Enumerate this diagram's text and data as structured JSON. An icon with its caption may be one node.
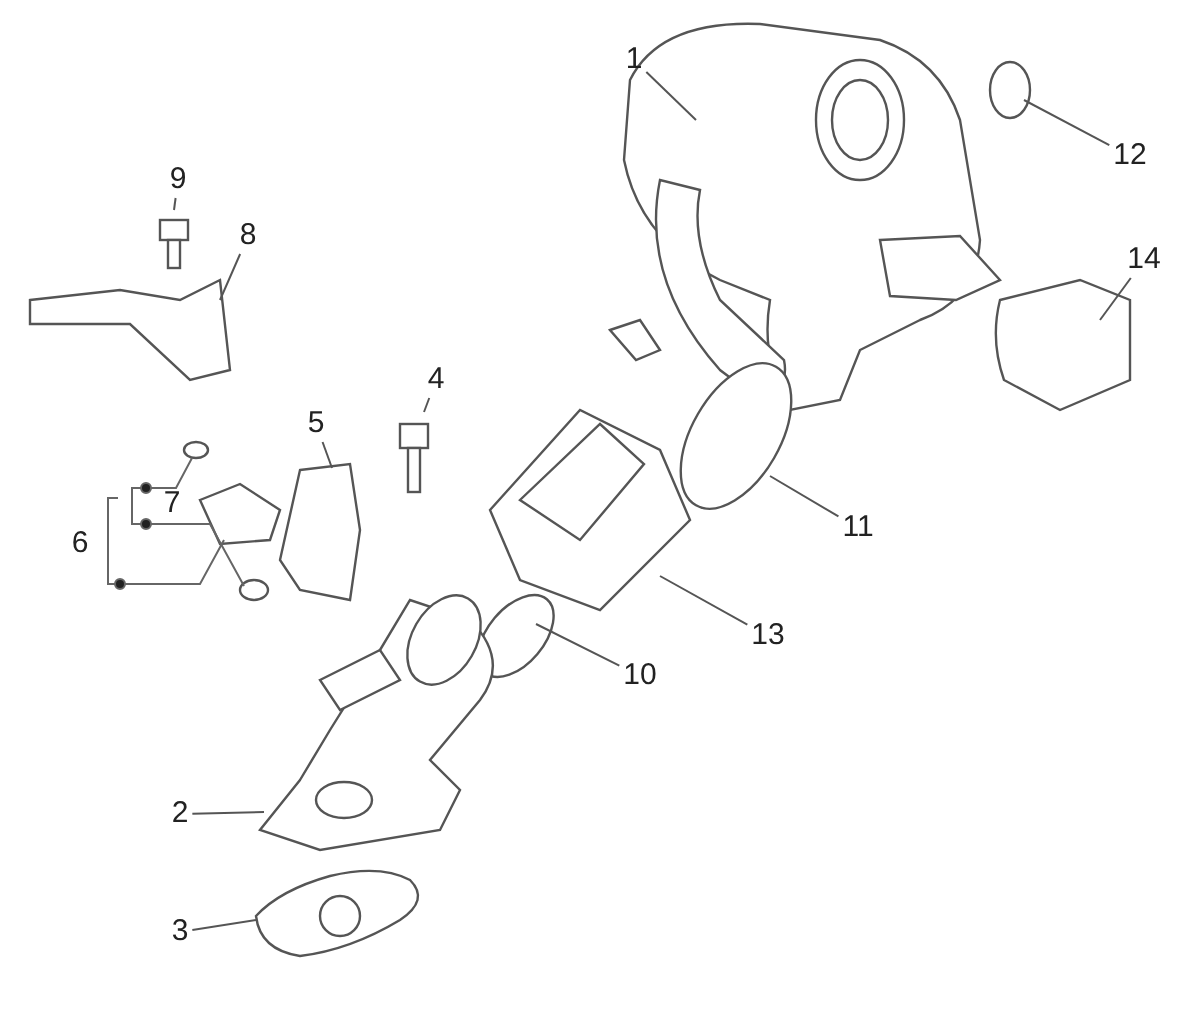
{
  "diagram": {
    "nodes": [
      {
        "text": [
          "1"
        ]
      },
      {
        "text": [
          "12"
        ]
      },
      {
        "text": [
          "9"
        ]
      },
      {
        "text": [
          "8"
        ]
      },
      {
        "text": [
          "14"
        ]
      },
      {
        "text": [
          "4"
        ]
      },
      {
        "text": [
          "5"
        ]
      },
      {
        "text": [
          "11"
        ]
      },
      {
        "text": [
          "13"
        ]
      },
      {
        "text": [
          "10"
        ]
      },
      {
        "text": [
          "2"
        ]
      },
      {
        "text": [
          "3"
        ]
      }
    ],
    "edges": [
      {
        "from": 0,
        "to": null,
        "arrow": "none"
      },
      {
        "from": 1,
        "to": null,
        "arrow": "none"
      },
      {
        "from": 2,
        "to": null,
        "arrow": "none"
      },
      {
        "from": 3,
        "to": null,
        "arrow": "none"
      },
      {
        "from": 4,
        "to": null,
        "arrow": "none"
      },
      {
        "from": 5,
        "to": null,
        "arrow": "none"
      },
      {
        "from": 6,
        "to": null,
        "arrow": "none"
      },
      {
        "from": 7,
        "to": null,
        "arrow": "none"
      },
      {
        "from": 8,
        "to": null,
        "arrow": "none"
      },
      {
        "from": 9,
        "to": null,
        "arrow": "none"
      },
      {
        "from": 10,
        "to": null,
        "arrow": "none"
      },
      {
        "from": 11,
        "to": null,
        "arrow": "none"
      }
    ],
    "labels": [
      "7",
      "6"
    ]
  }
}
